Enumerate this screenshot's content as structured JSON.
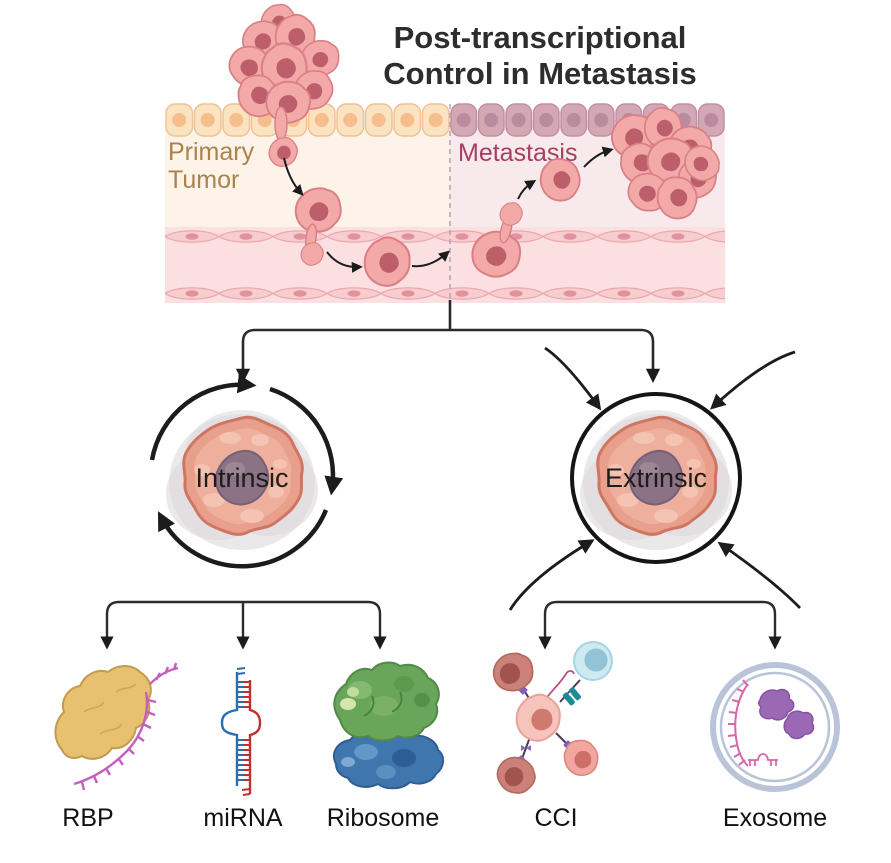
{
  "title": {
    "line1": "Post-transcriptional",
    "line2": "Control in Metastasis"
  },
  "tissue": {
    "primary_tumor": {
      "line1": "Primary",
      "line2": "Tumor"
    },
    "metastasis_label": "Metastasis"
  },
  "mechanisms": {
    "intrinsic": {
      "label": "Intrinsic",
      "factors": [
        {
          "label": "RBP"
        },
        {
          "label": "miRNA"
        },
        {
          "label": "Ribosome"
        }
      ]
    },
    "extrinsic": {
      "label": "Extrinsic",
      "factors": [
        {
          "label": "CCI"
        },
        {
          "label": "Exosome"
        }
      ]
    }
  },
  "colors": {
    "title": "#2d2d2d",
    "primary_tumor_label": "#a9834b",
    "metastasis_label": "#a63e62",
    "arrow": "#1c1c1c",
    "tumor_cell": "#f2a9a7",
    "hero_cell_body": "#e89f8c",
    "hero_cell_nucleus": "#8c7285",
    "rbp_protein": "#e7c070",
    "rna": "#c45fbe",
    "mirna_blue": "#2a6db0",
    "mirna_red": "#c22f2e",
    "ribosome_top": "#6aa55c",
    "ribosome_bottom": "#4076ae",
    "exosome_membrane": "#bac4d9",
    "exosome_protein": "#9a68b4",
    "exosome_rna": "#d667a8"
  }
}
